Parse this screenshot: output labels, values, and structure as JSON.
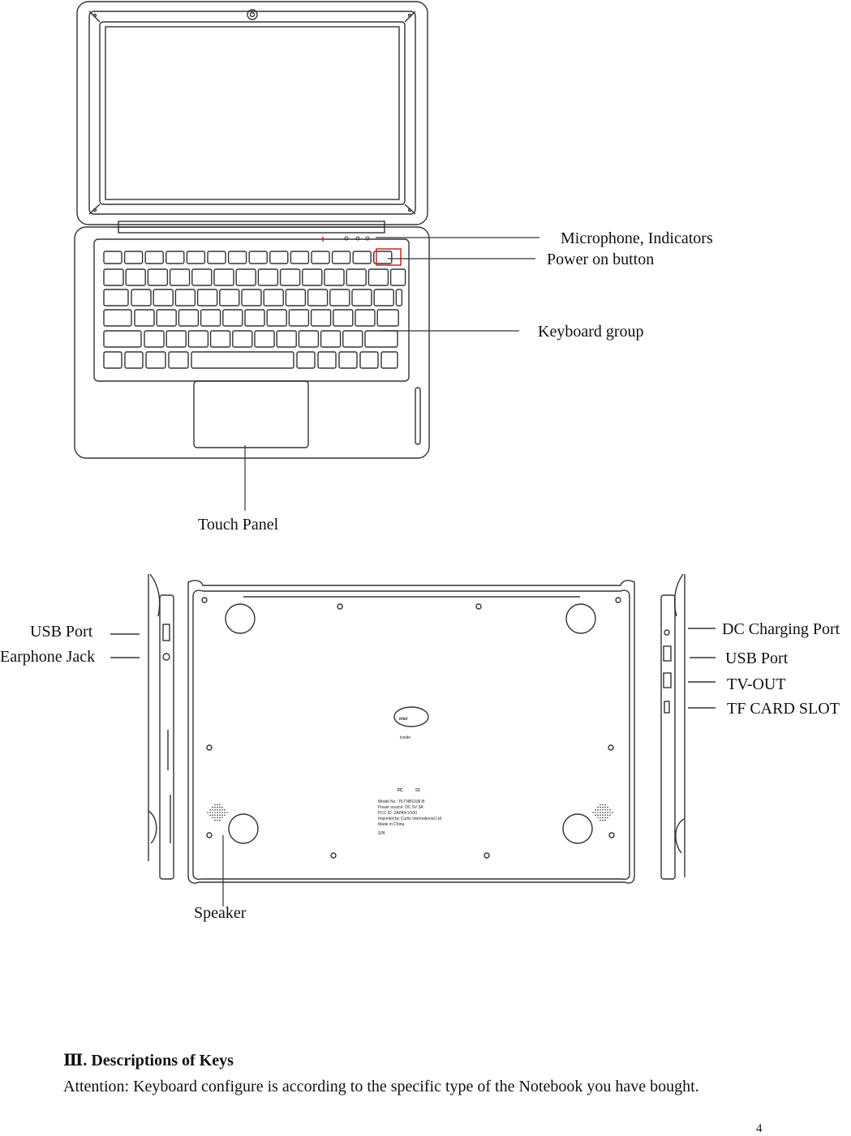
{
  "labels": {
    "microphone_indicators": "Microphone, Indicators",
    "power_on_button": "Power on button",
    "keyboard_group": "Keyboard group",
    "touch_panel": "Touch Panel",
    "usb_port_left": "USB Port",
    "earphone_jack": "Earphone Jack",
    "dc_charging_port": "DC Charging Port",
    "usb_port_right": "USB Port",
    "tv_out": "TV-OUT",
    "tf_card_slot": "TF CARD SLOT",
    "speaker": "Speaker"
  },
  "bottom_panel": {
    "logo_top": "intel",
    "logo_bottom": "inside",
    "cert_marks": "FC",
    "model_line": "Model No.: PLTNB1036-B",
    "power_line": "Power source: DC 5V 3A",
    "fcc_line": "FCC ID: 2APA9-V100",
    "import_line": "Imported by Curtis International Ltd",
    "made_line": "Made in China",
    "sn_line": "S/N"
  },
  "section": {
    "numeral": "Ⅲ",
    "title": ". Descriptions of Keys",
    "attention": "Attention: Keyboard configure is according to the specific type of the Notebook you have bought."
  },
  "page_number": "4",
  "colors": {
    "highlight": "#d02020",
    "line": "#333333"
  }
}
